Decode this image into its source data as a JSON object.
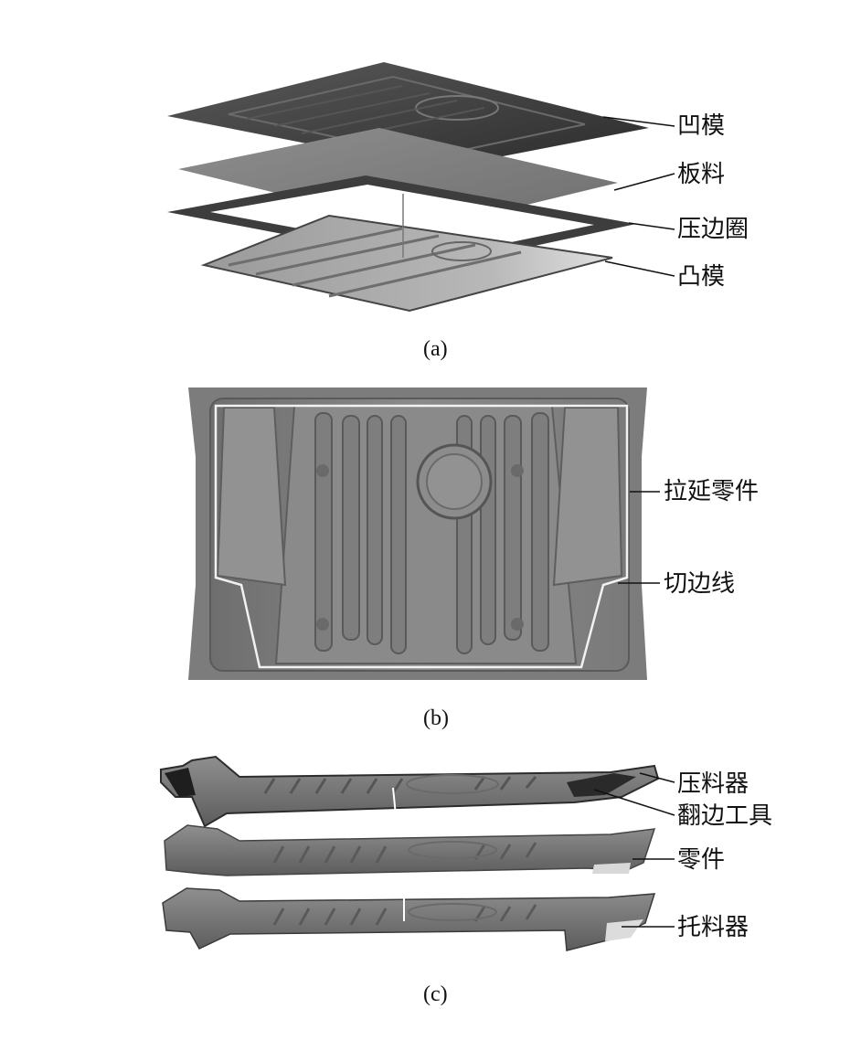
{
  "panel_a": {
    "caption": "(a)",
    "labels": {
      "die": "凹模",
      "blank": "板料",
      "binder": "压边圈",
      "punch": "凸模"
    }
  },
  "panel_b": {
    "caption": "(b)",
    "labels": {
      "drawn_part": "拉延零件",
      "trim_line": "切边线"
    }
  },
  "panel_c": {
    "caption": "(c)",
    "labels": {
      "pad": "压料器",
      "flange_tool": "翻边工具",
      "part": "零件",
      "holder": "托料器"
    }
  }
}
